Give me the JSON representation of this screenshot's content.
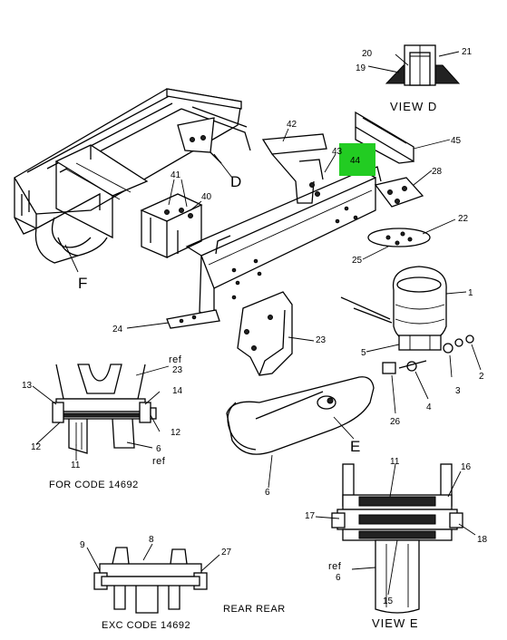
{
  "highlight_color": "#22cc22",
  "highlight_label": "44",
  "callouts": {
    "c1": "1",
    "c2": "2",
    "c3": "3",
    "c4": "4",
    "c5": "5",
    "c6": "6",
    "c8": "8",
    "c9": "9",
    "c11": "11",
    "c12": "12",
    "c13": "13",
    "c14": "14",
    "c15": "15",
    "c16": "16",
    "c17": "17",
    "c18": "18",
    "c19": "19",
    "c20": "20",
    "c21": "21",
    "c22": "22",
    "c23": "23",
    "c24": "24",
    "c25": "25",
    "c26": "26",
    "c27": "27",
    "c28": "28",
    "c40": "40",
    "c41": "41",
    "c42": "42",
    "c43": "43",
    "c45": "45"
  },
  "labels": {
    "view_d": "VIEW D",
    "letter_d": "D",
    "letter_f": "F",
    "letter_e": "E",
    "ref": "ref",
    "for_code": "FOR CODE 14692",
    "exc_code": "EXC CODE 14692",
    "rear_rear": "REAR REAR",
    "view_e": "VIEW E"
  }
}
